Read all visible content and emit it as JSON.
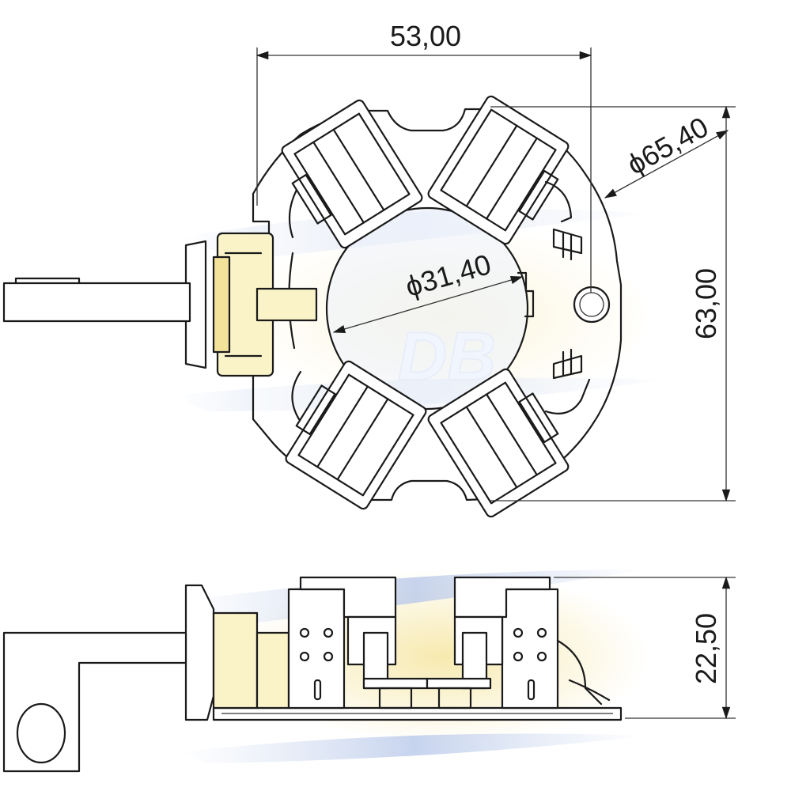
{
  "dimensions": {
    "width_top": "53,00",
    "outer_diameter": "ϕ65,40",
    "height_right": "63,00",
    "inner_diameter": "ϕ31,40",
    "height_side": "22,50"
  },
  "watermark": {
    "logo_text": "DB"
  },
  "colors": {
    "line": "#1a1a1a",
    "watermark_yellow": "#f3e29a",
    "watermark_blue": "#c9d6ee",
    "component_fill": "#fbf3c8"
  }
}
